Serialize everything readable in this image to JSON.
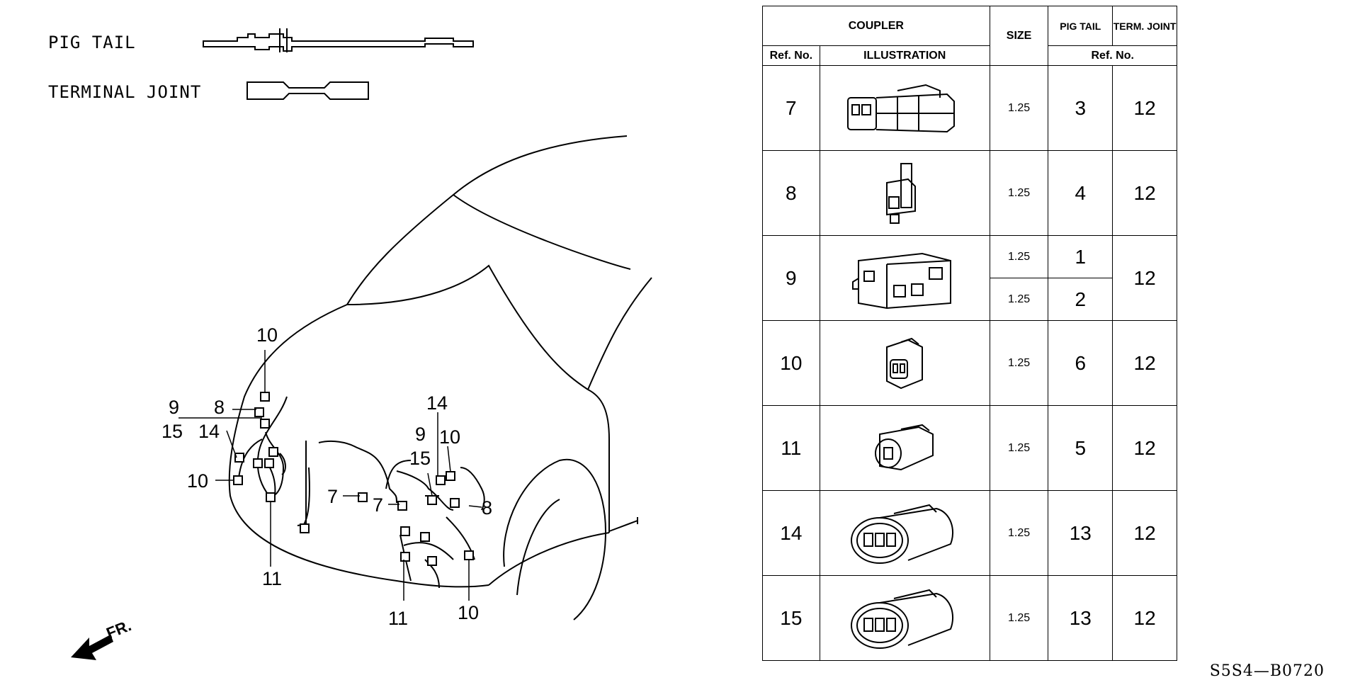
{
  "legend": {
    "pig_tail_label": "PIG TAIL",
    "terminal_joint_label": "TERMINAL JOINT"
  },
  "callouts": {
    "left": [
      "10",
      "9",
      "8",
      "15",
      "14",
      "10",
      "11"
    ],
    "center": [
      "7",
      "7",
      "14",
      "9",
      "10",
      "15",
      "8",
      "11",
      "10"
    ],
    "front_arrow": "FR."
  },
  "table": {
    "headers": {
      "coupler": "COUPLER",
      "size": "SIZE",
      "pig_tail": "PIG TAIL",
      "term_joint": "TERM. JOINT",
      "ref_no": "Ref. No.",
      "illustration": "ILLUSTRATION",
      "ref_no_group": "Ref. No."
    },
    "rows": [
      {
        "ref": "7",
        "illustration_icon": "two-pin-coupler-icon",
        "sizes": [
          "1.25"
        ],
        "pig_tails": [
          "3"
        ],
        "term_joint": "12"
      },
      {
        "ref": "8",
        "illustration_icon": "single-pin-coupler-icon",
        "sizes": [
          "1.25"
        ],
        "pig_tails": [
          "4"
        ],
        "term_joint": "12"
      },
      {
        "ref": "9",
        "illustration_icon": "dual-block-coupler-icon",
        "sizes": [
          "1.25",
          "1.25"
        ],
        "pig_tails": [
          "1",
          "2"
        ],
        "term_joint": "12"
      },
      {
        "ref": "10",
        "illustration_icon": "small-two-pin-coupler-icon",
        "sizes": [
          "1.25"
        ],
        "pig_tails": [
          "6"
        ],
        "term_joint": "12"
      },
      {
        "ref": "11",
        "illustration_icon": "round-two-pin-coupler-icon",
        "sizes": [
          "1.25"
        ],
        "pig_tails": [
          "5"
        ],
        "term_joint": "12"
      },
      {
        "ref": "14",
        "illustration_icon": "three-pin-coupler-icon",
        "sizes": [
          "1.25"
        ],
        "pig_tails": [
          "13"
        ],
        "term_joint": "12"
      },
      {
        "ref": "15",
        "illustration_icon": "three-pin-coupler-icon",
        "sizes": [
          "1.25"
        ],
        "pig_tails": [
          "13"
        ],
        "term_joint": "12"
      }
    ]
  },
  "diagram_code": "S5S4—B0720"
}
